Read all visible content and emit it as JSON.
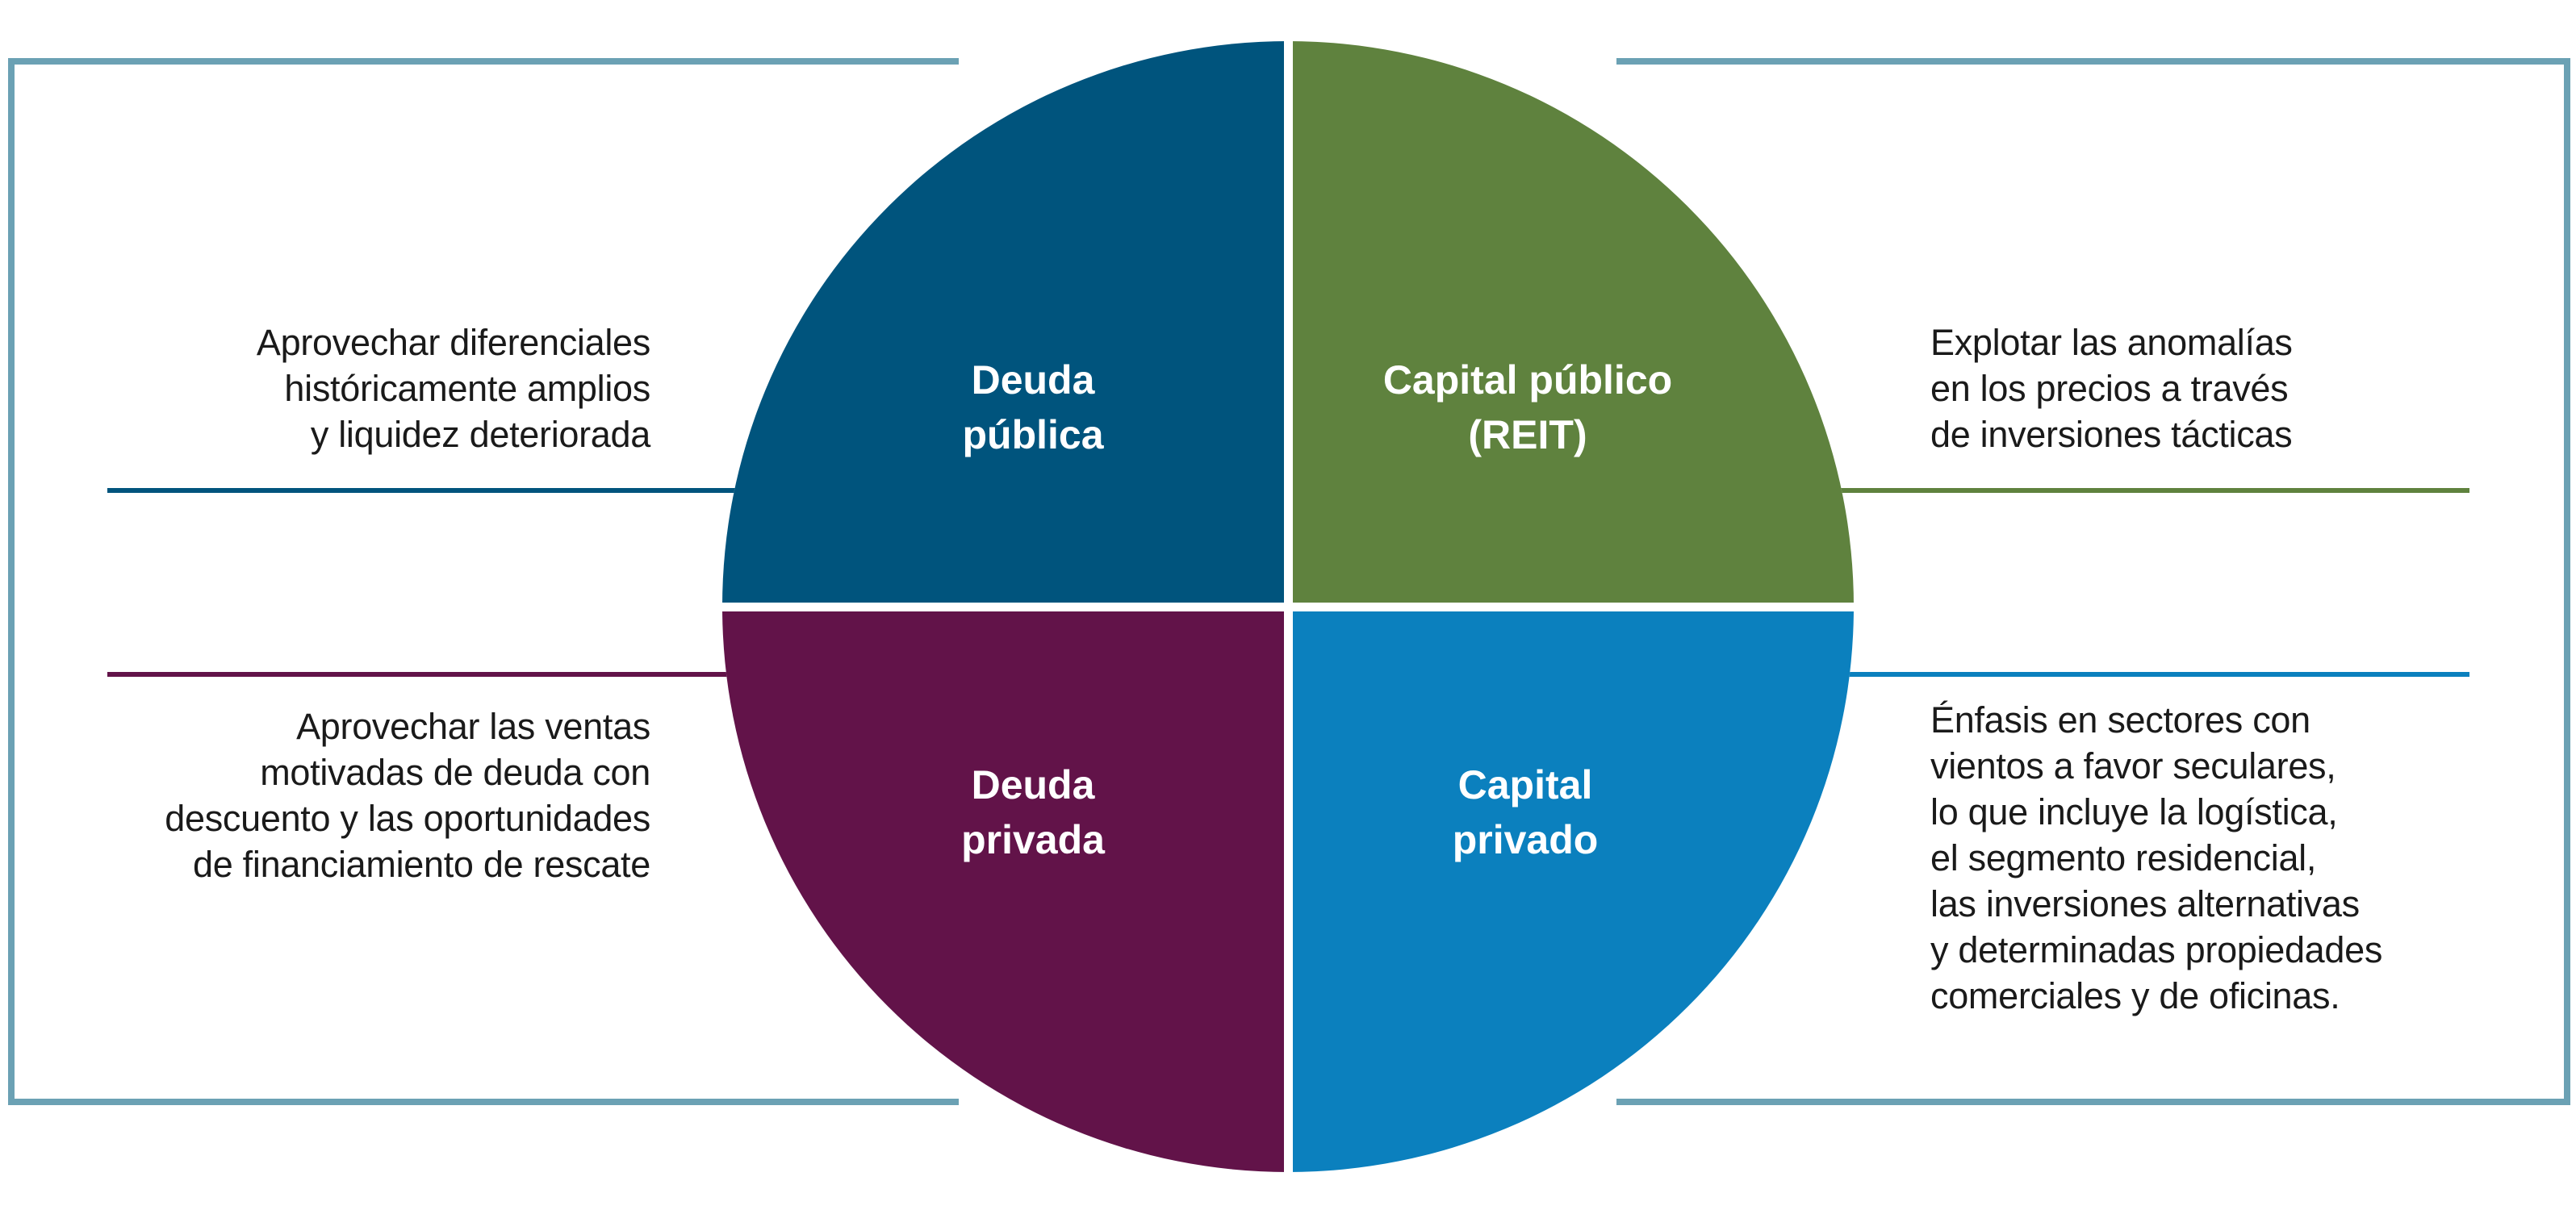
{
  "diagram": {
    "type": "quadrant-circle",
    "background_color": "#FFFFFF",
    "frame_color": "#6BA1B4",
    "note_text_color": "#1A1A1A",
    "label_text_color": "#FFFFFF",
    "quadrants": {
      "deuda_publica": {
        "label": "Deuda pública",
        "label_lines": [
          "Deuda",
          "pública"
        ],
        "color": "#00547D",
        "note_lines": [
          "Aprovechar diferenciales",
          "históricamente amplios",
          "y liquidez deteriorada"
        ]
      },
      "capital_publico": {
        "label": "Capital público (REIT)",
        "label_lines": [
          "Capital público",
          "(REIT)"
        ],
        "color": "#5F823E",
        "note_lines": [
          "Explotar las anomalías",
          "en los precios a través",
          "de inversiones tácticas"
        ]
      },
      "deuda_privada": {
        "label": "Deuda privada",
        "label_lines": [
          "Deuda",
          "privada"
        ],
        "color": "#621349",
        "note_lines": [
          "Aprovechar las ventas",
          "motivadas de deuda con",
          "descuento y las oportunidades",
          "de financiamiento de rescate"
        ]
      },
      "capital_privado": {
        "label": "Capital privado",
        "label_lines": [
          "Capital",
          "privado"
        ],
        "color": "#0B80BE",
        "note_lines": [
          "Énfasis en sectores con",
          "vientos a favor seculares,",
          "lo que incluye la logística,",
          "el segmento residencial,",
          "las inversiones alternativas",
          "y determinadas propiedades",
          "comerciales y de oficinas."
        ]
      }
    }
  }
}
